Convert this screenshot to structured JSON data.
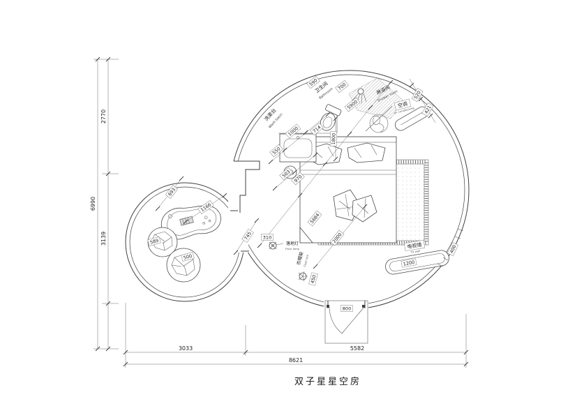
{
  "title": "双子星星空房",
  "outer_dims": {
    "left_total": "6990",
    "left_top": "2770",
    "left_mid": "3139",
    "bottom_left": "3033",
    "bottom_right": "5582",
    "bottom_total": "8621"
  },
  "labels": {
    "bathroom": {
      "cn": "卫生间",
      "en": "Bathroom"
    },
    "shower": {
      "cn": "淋浴间",
      "en": "Shower room"
    },
    "washbasin": {
      "cn": "洗漱台",
      "en": "Wash basin"
    },
    "ac": {
      "cn": "空调",
      "en": "air conditioning"
    },
    "floor_lamp": {
      "cn": "落地灯",
      "en": "Floor lamp"
    },
    "coat_rack": {
      "cn": "衣帽架",
      "en": "Coat rack"
    },
    "tv_wall": {
      "cn": "电视墙",
      "en": "TV wall"
    }
  },
  "measurements": {
    "m590": "590",
    "m700": "700",
    "m5900": "5900",
    "m520": "520",
    "m421": "421",
    "m550": "550",
    "m1000": "1000",
    "m714": "714",
    "m1800": "1800",
    "m503": "503",
    "m970": "970",
    "m2000": "2000",
    "m5684": "5684",
    "m310": "310",
    "m450": "450",
    "m1200": "1200",
    "m400": "400",
    "m800": "800",
    "m693": "693",
    "m1166": "1166",
    "m589": "589",
    "m500": "500",
    "m745": "745"
  }
}
